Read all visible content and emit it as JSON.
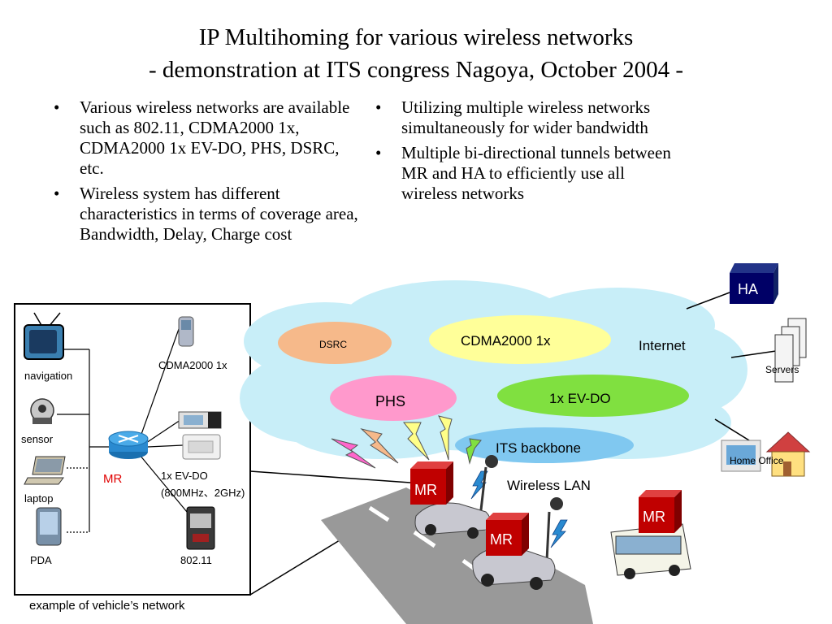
{
  "title": {
    "line1": "IP Multihoming for various wireless networks",
    "line2": "- demonstration at ITS congress Nagoya, October 2004 -"
  },
  "left_bullets": [
    "Various wireless networks are available such as 802.11, CDMA2000 1x, CDMA2000 1x EV-DO, PHS, DSRC, etc.",
    "Wireless system has different characteristics in terms of coverage area, Bandwidth, Delay, Charge cost"
  ],
  "right_bullets": [
    "Utilizing multiple wireless networks simultaneously for wider bandwidth",
    "Multiple bi-directional tunnels between MR and HA to efficiently use all wireless networks"
  ],
  "vehicle_box": {
    "caption": "example of vehicle’s network",
    "navigation": "navigation",
    "sensor": "sensor",
    "laptop": "laptop",
    "pda": "PDA",
    "mr": "MR",
    "cdma": "CDMA2000 1x",
    "evdo_1": "1x EV-DO",
    "evdo_2": "(800MHz、2GHz)",
    "wlan": "802.11"
  },
  "network": {
    "dsrc": "DSRC",
    "cdma": "CDMA2000 1x",
    "internet": "Internet",
    "phs": "PHS",
    "evdo": "1x EV-DO",
    "its": "ITS backbone",
    "wlan": "Wireless LAN",
    "ha": "HA",
    "servers": "Servers",
    "home_office": "Home Office",
    "mr_1": "MR",
    "mr_2": "MR",
    "mr_3": "MR"
  },
  "colors": {
    "cloud": "#c8eef8",
    "dsrc": "#f6b98a",
    "cdma": "#ffff99",
    "phs": "#ff99cc",
    "evdo": "#80e040",
    "its": "#80c8f0",
    "mr_box": "#c00000",
    "ha_box": "#000066",
    "mr_label": "#e00000"
  }
}
